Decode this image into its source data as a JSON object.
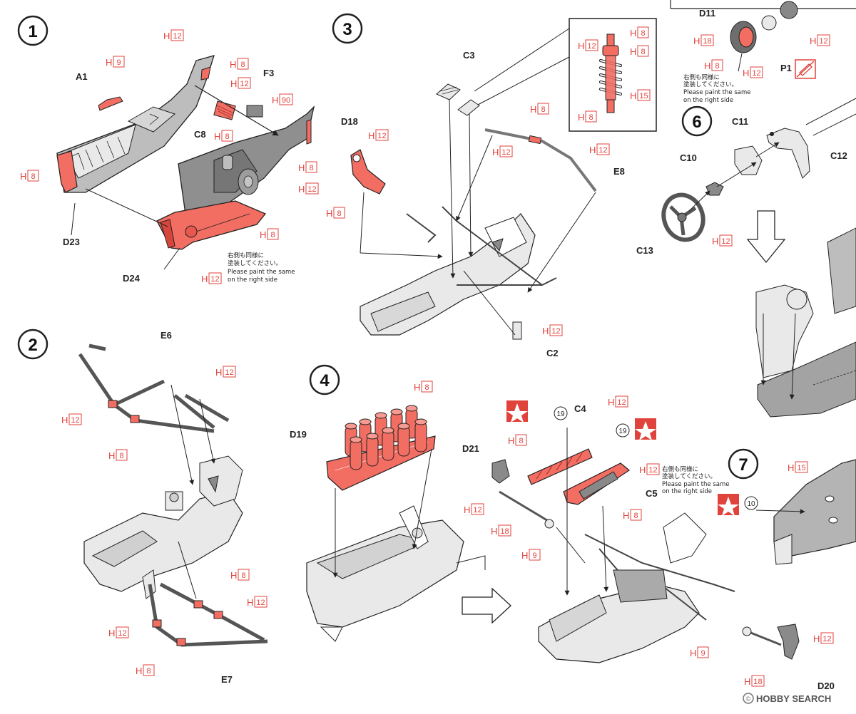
{
  "steps": [
    {
      "number": "1"
    },
    {
      "number": "2"
    },
    {
      "number": "3"
    },
    {
      "number": "4"
    },
    {
      "number": "6"
    },
    {
      "number": "7"
    }
  ],
  "paint_prefix": "H",
  "paint_codes": {
    "h8": "8",
    "h9": "9",
    "h12": "12",
    "h15": "15",
    "h18": "18",
    "h90": "90"
  },
  "parts": {
    "a1": "A1",
    "f3": "F3",
    "c8": "C8",
    "d23": "D23",
    "d24": "D24",
    "e6": "E6",
    "e7": "E7",
    "c3": "C3",
    "d18": "D18",
    "e8": "E8",
    "c2": "C2",
    "d19": "D19",
    "d21": "D21",
    "c4": "C4",
    "c5": "C5",
    "d20": "D20",
    "d11": "D11",
    "p1": "P1",
    "c11": "C11",
    "c10": "C10",
    "c12": "C12",
    "c13": "C13"
  },
  "callouts": {
    "decal19": "19",
    "decal10": "10"
  },
  "note_jp_1": "右側も同様に",
  "note_jp_2": "塗装してください。",
  "note_en_1": "Please paint the same",
  "note_en_2": "on the right side",
  "watermark": "HOBBY SEARCH",
  "colors": {
    "red": "#e0433c",
    "pink": "#f26d62",
    "grey": "#9a9a9a",
    "darkgrey": "#6e6e6e",
    "line": "#222222"
  }
}
